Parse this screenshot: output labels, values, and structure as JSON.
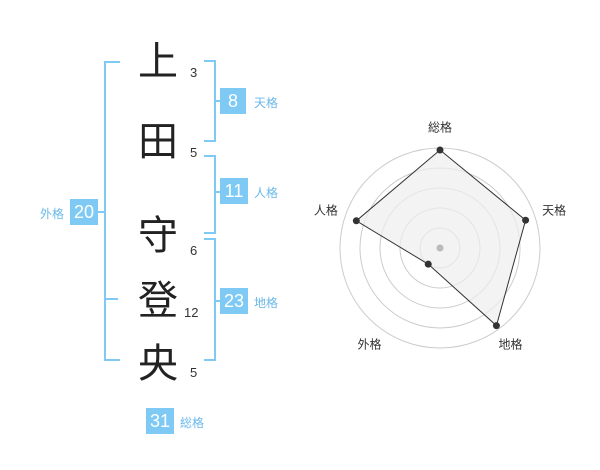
{
  "name": {
    "chars": [
      {
        "char": "上",
        "strokes": "3"
      },
      {
        "char": "田",
        "strokes": "5"
      },
      {
        "char": "守",
        "strokes": "6"
      },
      {
        "char": "登",
        "strokes": "12"
      },
      {
        "char": "央",
        "strokes": "5"
      }
    ]
  },
  "fortune": {
    "tenkaku": {
      "value": "8",
      "label": "天格"
    },
    "jinkaku": {
      "value": "11",
      "label": "人格"
    },
    "chikaku": {
      "value": "23",
      "label": "地格"
    },
    "gaikaku": {
      "value": "20",
      "label": "外格"
    },
    "soukaku": {
      "value": "31",
      "label": "総格"
    }
  },
  "radar": {
    "axes": [
      "総格",
      "天格",
      "地格",
      "外格",
      "人格"
    ],
    "values": [
      0.98,
      0.9,
      0.96,
      0.2,
      0.88
    ],
    "line_color": "#333333",
    "fill_color": "#eeeeee",
    "ring_color": "#cccccc",
    "center_color": "#bbbbbb"
  },
  "colors": {
    "accent": "#7fcaf4",
    "label": "#6ab8e8"
  }
}
